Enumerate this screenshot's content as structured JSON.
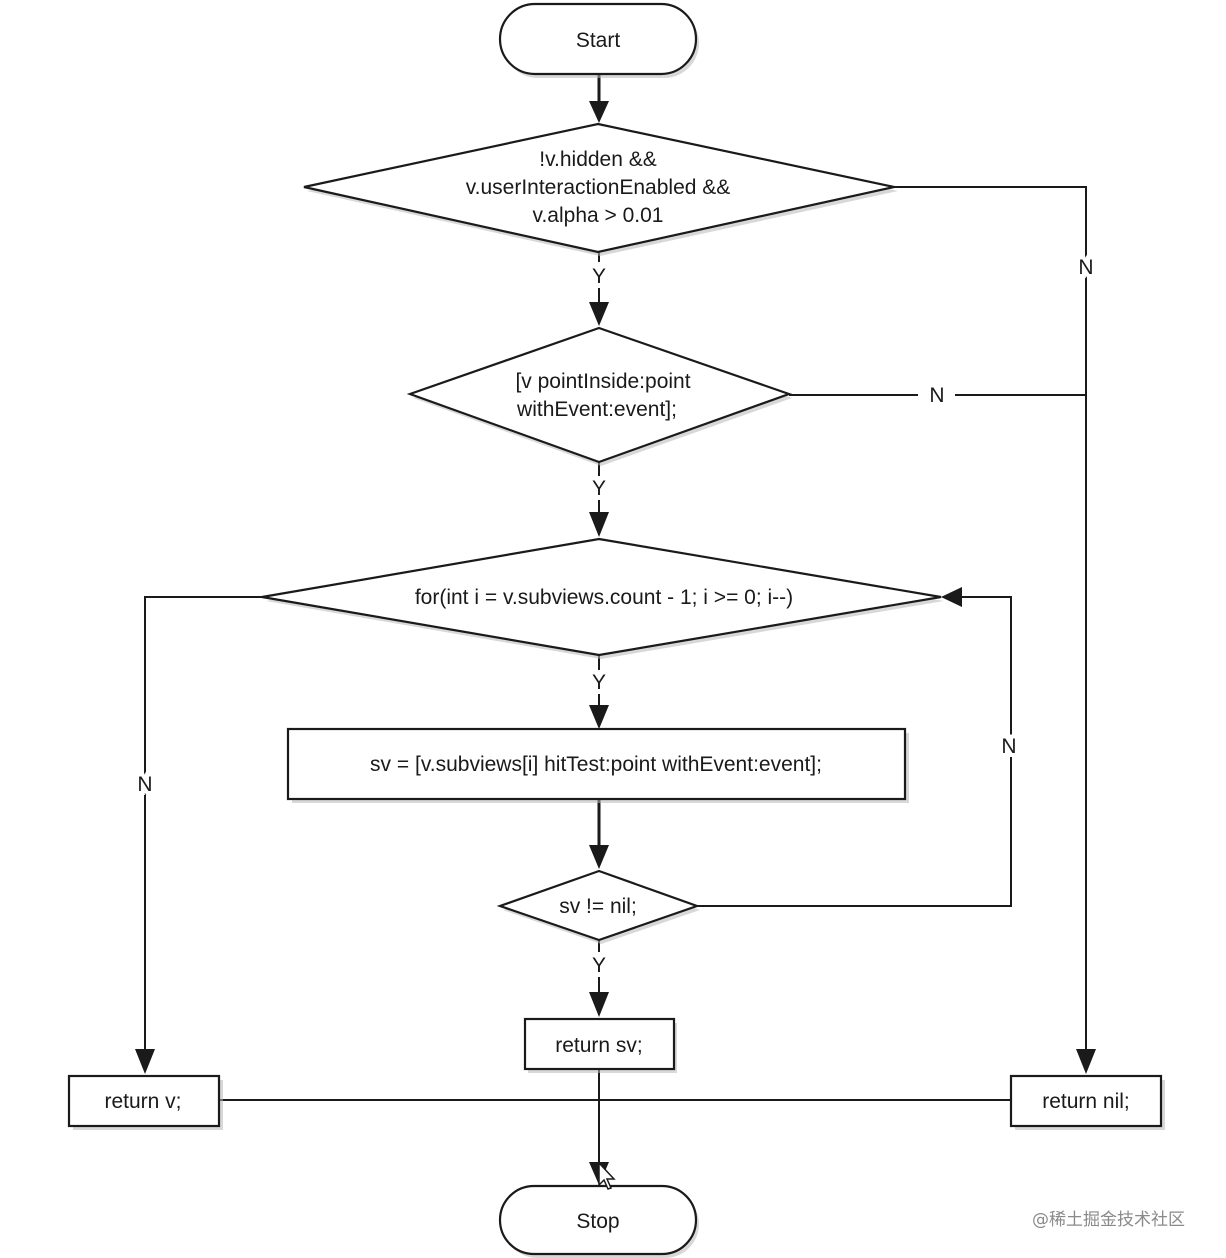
{
  "nodes": {
    "start": "Start",
    "cond1": [
      "!v.hidden &&",
      "v.userInteractionEnabled &&",
      "v.alpha > 0.01"
    ],
    "cond2": [
      "[v pointInside:point",
      "withEvent:event];"
    ],
    "loop": "for(int i = v.subviews.count - 1; i >= 0; i--)",
    "hittest": "sv = [v.subviews[i] hitTest:point withEvent:event];",
    "cond3": "sv != nil;",
    "return_sv": "return sv;",
    "return_v": "return v;",
    "return_nil": "return nil;",
    "stop": "Stop"
  },
  "edge_labels": {
    "yes": "Y",
    "no": "N"
  },
  "watermark": "@稀土掘金技术社区"
}
